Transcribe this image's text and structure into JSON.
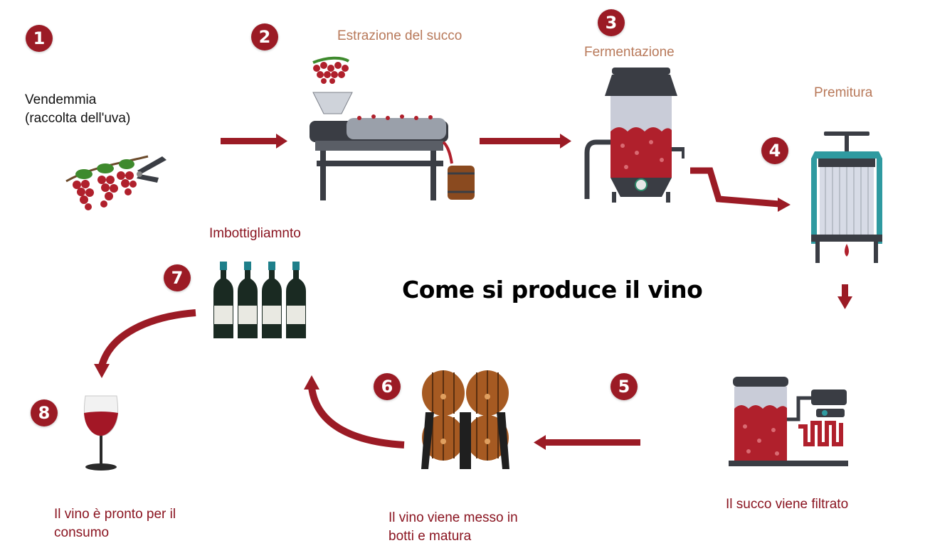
{
  "title": "Come si produce il vino",
  "colors": {
    "wine": "#9b1b25",
    "accent_text": "#b8795a",
    "label_text": "#8a1420",
    "steel": "#3a3d44"
  },
  "steps": [
    {
      "number": "1",
      "label": "Vendemmia\n(raccolta dell'uva)",
      "icon": "grapes-shears-icon"
    },
    {
      "number": "2",
      "label": "Estrazione del succo",
      "icon": "crusher-destemmer-icon"
    },
    {
      "number": "3",
      "label": "Fermentazione",
      "icon": "fermentation-tank-icon"
    },
    {
      "number": "4",
      "label": "Premitura",
      "icon": "wine-press-icon"
    },
    {
      "number": "5",
      "label": "Il succo viene filtrato",
      "icon": "filter-machine-icon"
    },
    {
      "number": "6",
      "label": "Il vino viene messo in\nbotti e matura",
      "icon": "barrels-icon"
    },
    {
      "number": "7",
      "label": "Imbottigliamnto",
      "icon": "bottles-icon"
    },
    {
      "number": "8",
      "label": "Il vino è pronto per il\nconsumo",
      "icon": "wine-glass-icon"
    }
  ]
}
